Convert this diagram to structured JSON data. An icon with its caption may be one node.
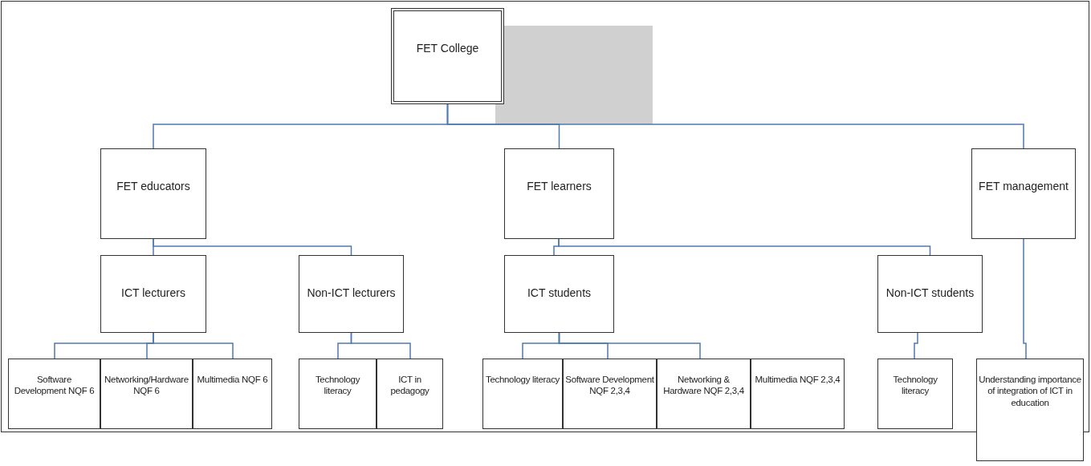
{
  "diagram": {
    "nodes": [
      {
        "text": [
          "FET College"
        ]
      },
      {
        "text": [
          "FET educators"
        ]
      },
      {
        "text": [
          "FET learners"
        ]
      },
      {
        "text": [
          "FET management"
        ]
      },
      {
        "text": [
          "ICT lecturers"
        ]
      },
      {
        "text": [
          "Non-ICT lecturers"
        ]
      },
      {
        "text": [
          "ICT students"
        ]
      },
      {
        "text": [
          "Non-ICT students"
        ]
      },
      {
        "text": [
          "Software Development NQF 6"
        ]
      },
      {
        "text": [
          "Networking/Hardware NQF 6"
        ]
      },
      {
        "text": [
          "Multimedia NQF 6"
        ]
      },
      {
        "text": [
          "Technology literacy"
        ]
      },
      {
        "text": [
          "ICT in pedagogy"
        ]
      },
      {
        "text": [
          "Technology literacy"
        ]
      },
      {
        "text": [
          "Software Development NQF 2,3,4"
        ]
      },
      {
        "text": [
          "Networking & Hardware NQF 2,3,4"
        ]
      },
      {
        "text": [
          "Multimedia NQF 2,3,4"
        ]
      },
      {
        "text": [
          "Technology literacy"
        ]
      },
      {
        "text": [
          "Understanding importance of integration of ICT in education"
        ]
      }
    ],
    "edges": [
      {
        "from": 0,
        "to": 1,
        "arrow": "none"
      },
      {
        "from": 0,
        "to": 2,
        "arrow": "none"
      },
      {
        "from": 0,
        "to": 3,
        "arrow": "none"
      },
      {
        "from": 1,
        "to": 4,
        "arrow": "none"
      },
      {
        "from": 1,
        "to": 5,
        "arrow": "none"
      },
      {
        "from": 2,
        "to": 6,
        "arrow": "none"
      },
      {
        "from": 2,
        "to": 7,
        "arrow": "none"
      },
      {
        "from": 3,
        "to": 18,
        "arrow": "none"
      },
      {
        "from": 4,
        "to": 8,
        "arrow": "none"
      },
      {
        "from": 4,
        "to": 9,
        "arrow": "none"
      },
      {
        "from": 4,
        "to": 10,
        "arrow": "none"
      },
      {
        "from": 5,
        "to": 11,
        "arrow": "none"
      },
      {
        "from": 5,
        "to": 12,
        "arrow": "none"
      },
      {
        "from": 6,
        "to": 13,
        "arrow": "none"
      },
      {
        "from": 6,
        "to": 14,
        "arrow": "none"
      },
      {
        "from": 6,
        "to": 15,
        "arrow": "none"
      },
      {
        "from": 7,
        "to": 17,
        "arrow": "none"
      }
    ]
  }
}
